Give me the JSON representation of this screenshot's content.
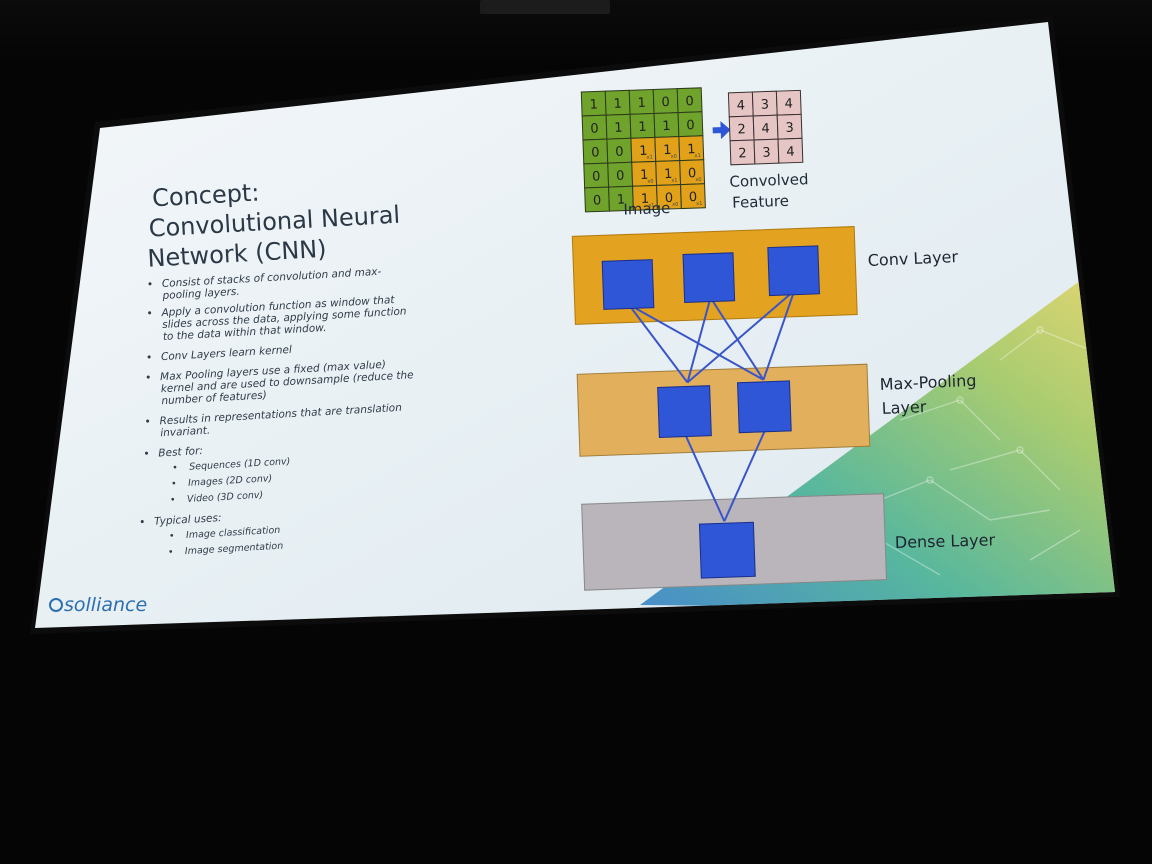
{
  "slide": {
    "title_lines": [
      "Concept:",
      "Convolutional Neural",
      "Network (CNN)"
    ],
    "bullets": [
      [
        "Consist of stacks of convolution and max-",
        "pooling layers."
      ],
      [
        "Apply a convolution function as window that",
        "slides across the data, applying some function",
        "to the data within that window."
      ],
      [
        "Conv Layers learn kernel"
      ],
      [
        "Max Pooling layers use a fixed (max value)",
        "kernel and are used to downsample (reduce the",
        "number of features)"
      ],
      [
        "Results in representations that are translation",
        "invariant."
      ],
      [
        "Best for:"
      ]
    ],
    "best_for": [
      "Sequences (1D conv)",
      "Images (2D conv)",
      "Video (3D conv)"
    ],
    "typical_uses_label": "Typical uses:",
    "typical_uses": [
      "Image classification",
      "Image segmentation"
    ],
    "logo": "solliance"
  },
  "diagram": {
    "image_grid": [
      [
        "1",
        "1",
        "1",
        "0",
        "0"
      ],
      [
        "0",
        "1",
        "1",
        "1",
        "0"
      ],
      [
        "0",
        "0",
        "1",
        "1",
        "1"
      ],
      [
        "0",
        "0",
        "1",
        "1",
        "0"
      ],
      [
        "0",
        "1",
        "1",
        "0",
        "0"
      ]
    ],
    "kernel_subscripts": [
      [
        "x1",
        "x0",
        "x1"
      ],
      [
        "x0",
        "x1",
        "x0"
      ],
      [
        "x1",
        "x0",
        "x1"
      ]
    ],
    "convolved_grid": [
      [
        "4",
        "3",
        "4"
      ],
      [
        "2",
        "4",
        "3"
      ],
      [
        "2",
        "3",
        "4"
      ]
    ],
    "image_label": "Image",
    "convolved_label_lines": [
      "Convolved",
      "Feature"
    ],
    "layers": {
      "conv": "Conv Layer",
      "maxpool_lines": [
        "Max-Pooling",
        "Layer"
      ],
      "dense": "Dense Layer"
    },
    "colors": {
      "grid_green": "#6fa32c",
      "grid_orange": "#e1a21a",
      "convolved_pink": "#e6c5c5",
      "conv_layer": "#e3a21f",
      "maxpool_layer": "#e2b05c",
      "dense_layer": "#b9b5bb",
      "node_blue": "#2f56d6",
      "edge_blue": "#3a55c8"
    }
  }
}
